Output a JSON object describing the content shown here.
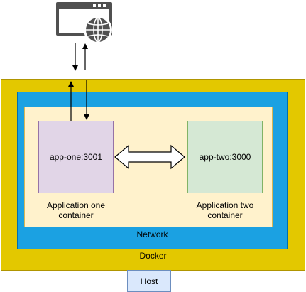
{
  "docker": {
    "label": "Docker"
  },
  "network": {
    "label": "Network"
  },
  "app_one": {
    "label": "app-one:3001",
    "caption": "Application one container"
  },
  "app_two": {
    "label": "app-two:3000",
    "caption": "Application two container"
  },
  "host": {
    "label": "Host"
  },
  "icons": {
    "client": "browser-globe-icon"
  },
  "colors": {
    "docker_fill": "#e3c800",
    "network_fill": "#1ba1e2",
    "inner_fill": "#fff2cc",
    "app_one_fill": "#e1d5e7",
    "app_two_fill": "#d5e8d4",
    "host_fill": "#dae8fc",
    "icon_dark": "#505050"
  }
}
